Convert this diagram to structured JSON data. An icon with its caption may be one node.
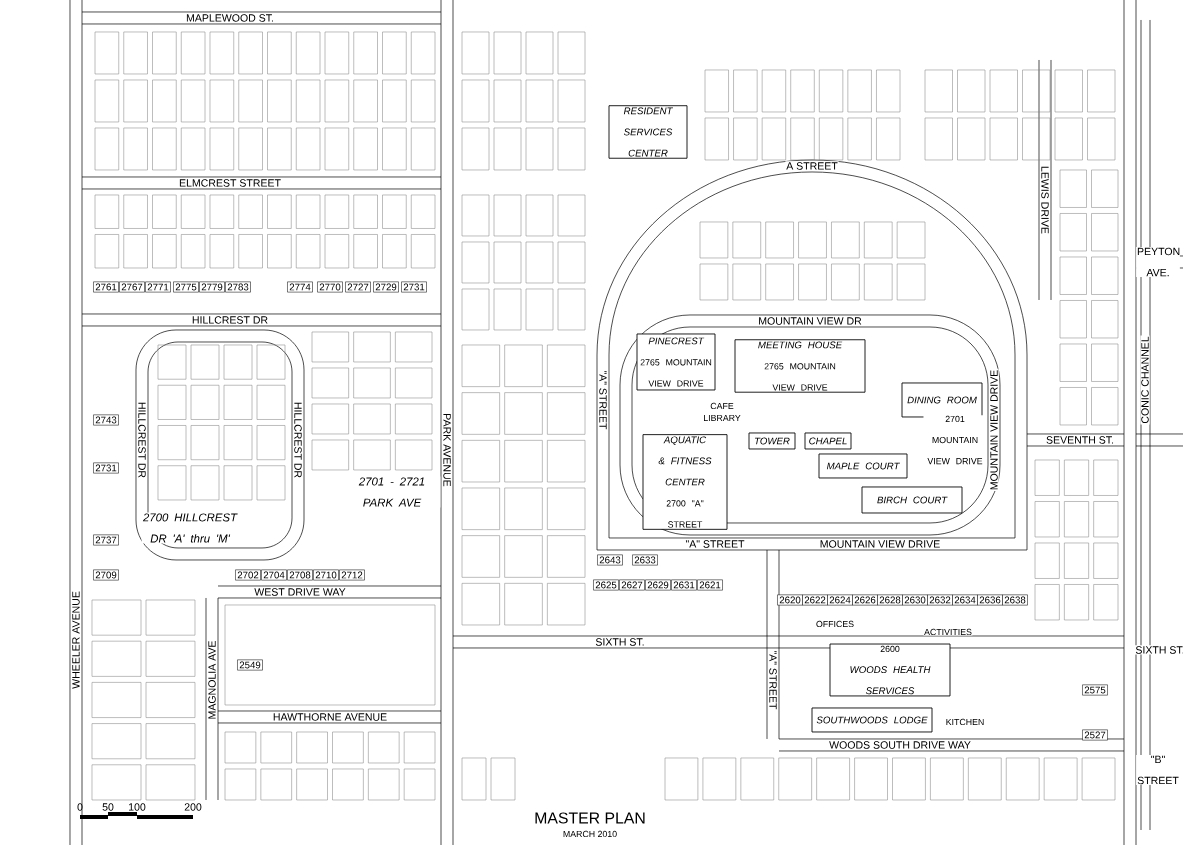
{
  "diagram": {
    "title": "MASTER PLAN",
    "caption": "MARCH 2010",
    "nodes": [
      {
        "text": [
          "RESIDENT SERVICES CENTER"
        ]
      },
      {
        "text": [
          "PINECREST",
          "2765 MOUNTAIN VIEW DRIVE"
        ]
      },
      {
        "text": [
          "MEETING HOUSE",
          "2765 MOUNTAIN VIEW DRIVE"
        ]
      },
      {
        "text": [
          "DINING ROOM"
        ]
      },
      {
        "text": [
          "TOWER"
        ]
      },
      {
        "text": [
          "CHAPEL"
        ]
      },
      {
        "text": [
          "AQUATIC & FITNESS CENTER",
          "2700 \"A\" STREET"
        ]
      },
      {
        "text": [
          "MAPLE COURT"
        ]
      },
      {
        "text": [
          "BIRCH COURT"
        ]
      },
      {
        "text": [
          "2600",
          "WOODS HEALTH SERVICES"
        ]
      },
      {
        "text": [
          "SOUTHWOODS LODGE"
        ]
      }
    ],
    "labels": [
      "MAPLEWOOD ST.",
      "ELMCREST STREET",
      "HILLCREST DR",
      "HILLCREST DR",
      "HILLCREST DR",
      "WHEELER AVENUE",
      "PARK AVENUE",
      "MAGNOLIA AVE",
      "WEST DRIVE WAY",
      "HAWTHORNE AVENUE",
      "SIXTH ST.",
      "SIXTH ST.",
      "A STREET",
      "MOUNTAIN VIEW DR",
      "\"A\" STREET",
      "\"A\" STREET",
      "MOUNTAIN VIEW DRIVE",
      "MOUNTAIN VIEW DRIVE",
      "LEWIS DRIVE",
      "PEYTON AVE.",
      "SEVENTH ST.",
      "\"A\" STREET",
      "\"B\" STREET",
      "WOODS SOUTH DRIVE WAY",
      "CONIC CHANNEL",
      "2700 HILLCREST DR 'A' thru 'M'",
      "2701 - 2721 PARK AVE",
      "2701 MOUNTAIN VIEW DRIVE",
      "CAFE",
      "LIBRARY",
      "OFFICES",
      "ACTIVITIES",
      "KITCHEN",
      "2761",
      "2767",
      "2771",
      "2775",
      "2779",
      "2783",
      "2774",
      "2770",
      "2727",
      "2729",
      "2731",
      "2743",
      "2731",
      "2737",
      "2709",
      "2702",
      "2704",
      "2708",
      "2710",
      "2712",
      "2549",
      "2643",
      "2633",
      "2625",
      "2627",
      "2629",
      "2631",
      "2621",
      "2620",
      "2622",
      "2624",
      "2626",
      "2628",
      "2630",
      "2632",
      "2634",
      "2636",
      "2638",
      "2575",
      "2527",
      "0",
      "50",
      "100",
      "200"
    ]
  }
}
